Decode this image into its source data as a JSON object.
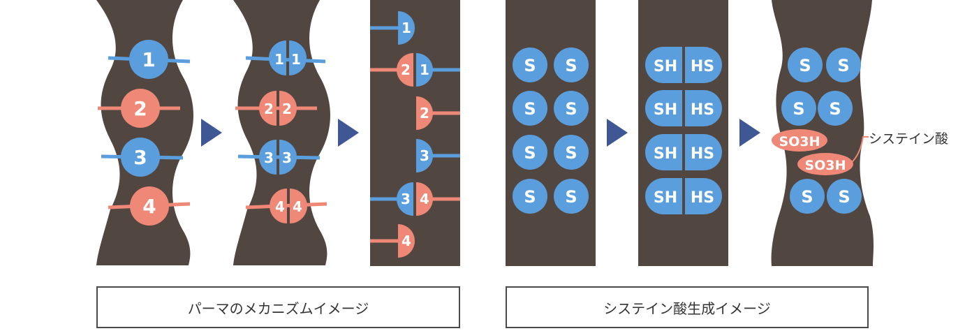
{
  "colors": {
    "hair": "#524640",
    "blue": "#5b9ede",
    "salmon": "#ef8877",
    "arrow": "#3f5795",
    "text_on_circle": "#ffffff",
    "caption_border": "#4a4a4a"
  },
  "perm": {
    "caption": "パーマのメカニズムイメージ",
    "panel1_bonds": [
      "1",
      "2",
      "3",
      "4"
    ],
    "panel2_bonds": [
      [
        "1",
        "1"
      ],
      [
        "2",
        "2"
      ],
      [
        "3",
        "3"
      ],
      [
        "4",
        "4"
      ]
    ],
    "panel3_bonds": [
      "1",
      "2",
      "1",
      "2",
      "3",
      "3",
      "4",
      "4"
    ]
  },
  "cysteic": {
    "caption": "システイン酸生成イメージ",
    "panel4_labels": [
      "S",
      "S"
    ],
    "panel5_labels": [
      "SH",
      "HS"
    ],
    "panel6_labels": [
      "S",
      "S"
    ],
    "so3h": [
      "SO3H",
      "SO3H"
    ],
    "callout": "システイン酸"
  }
}
